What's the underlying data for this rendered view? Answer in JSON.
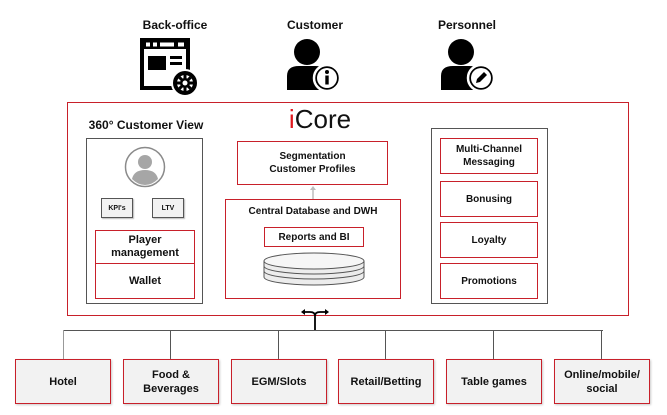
{
  "actors": [
    {
      "label": "Back-office",
      "icon": "browser-settings-icon"
    },
    {
      "label": "Customer",
      "icon": "user-info-icon"
    },
    {
      "label": "Personnel",
      "icon": "user-edit-icon"
    }
  ],
  "core": {
    "title_accent": "i",
    "title_rest": "Core",
    "accent_color": "#e0191f",
    "border_color": "#c8202a"
  },
  "customer_view": {
    "title": "360° Customer View",
    "avatar_icon": "user-avatar-icon",
    "metrics": [
      "KPI's",
      "LTV"
    ],
    "modules": [
      "Player management",
      "Wallet"
    ]
  },
  "center": {
    "segmentation": {
      "line1": "Segmentation",
      "line2": "Customer Profiles"
    },
    "database": {
      "title": "Central Database and DWH",
      "reports": "Reports and BI",
      "icon": "database-icon"
    }
  },
  "engagement": {
    "items": [
      {
        "line1": "Multi-Channel",
        "line2": "Messaging"
      },
      {
        "line1": "Bonusing",
        "line2": ""
      },
      {
        "line1": "Loyalty",
        "line2": ""
      },
      {
        "line1": "Promotions",
        "line2": ""
      }
    ]
  },
  "channels": [
    {
      "line1": "Hotel",
      "line2": ""
    },
    {
      "line1": "Food & Beverages",
      "line2": ""
    },
    {
      "line1": "EGM/Slots",
      "line2": ""
    },
    {
      "line1": "Retail/Betting",
      "line2": ""
    },
    {
      "line1": "Table games",
      "line2": ""
    },
    {
      "line1": "Online/mobile/",
      "line2": "social"
    }
  ]
}
